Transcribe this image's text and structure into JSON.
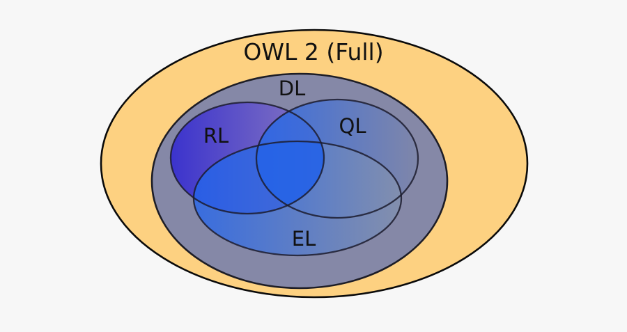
{
  "diagram": {
    "type": "euler-diagram",
    "description": "Nested Euler/Venn diagram of OWL 2 language profiles",
    "background": "#f7f7f7",
    "label_color": "#111111",
    "inner_stroke": "#1c1c2e",
    "sets": {
      "owl2_full": {
        "label": "OWL 2 (Full)",
        "fill": "#fdd181",
        "stroke": "#0a0a0a"
      },
      "dl": {
        "label": "DL",
        "fill": "#8588a7",
        "stroke": "#1d1d26"
      },
      "rl": {
        "label": "RL",
        "gradient_from": "#3b33cd",
        "gradient_to": "#8a7bc0"
      },
      "ql": {
        "label": "QL",
        "gradient_from": "#2e69e6",
        "gradient_to": "#7e86aa"
      },
      "el": {
        "label": "EL",
        "gradient_from": "#2e69e6",
        "gradient_to": "#8390ae"
      }
    },
    "overlap_colors": {
      "rl_ql": "#2f66e2",
      "rl_el": "#2257e8",
      "rl_ql_el": "#1e63ec"
    }
  }
}
